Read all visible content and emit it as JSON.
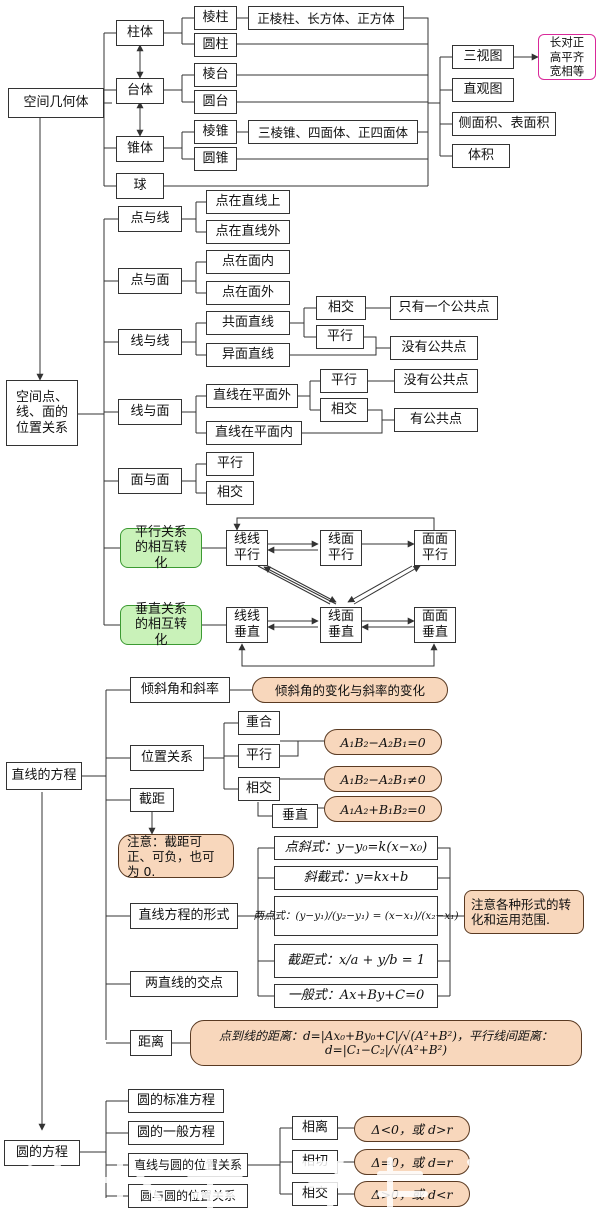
{
  "solid": {
    "title": "空间几何体",
    "zhuti": "柱体",
    "taiti": "台体",
    "zhuiti": "锥体",
    "qiu": "球",
    "lengzhu": "棱柱",
    "yuanzhu": "圆柱",
    "lengtai": "棱台",
    "yuantai": "圆台",
    "lengzhui": "棱锥",
    "yuanzhui": "圆锥",
    "lengzhu_types": "正棱柱、长方体、正方体",
    "lengzhui_types": "三棱锥、四面体、正四面体",
    "sanshitu": "三视图",
    "zhiguantu": "直观图",
    "area": "侧面积、表面积",
    "volume": "体积",
    "rule": "长对正高平齐宽相等"
  },
  "position": {
    "title": "空间点、线、面的位置关系",
    "point_line": "点与线",
    "on_line": "点在直线上",
    "off_line": "点在直线外",
    "point_plane": "点与面",
    "in_plane": "点在面内",
    "out_plane": "点在面外",
    "line_line": "线与线",
    "coplanar": "共面直线",
    "skew": "异面直线",
    "intersect": "相交",
    "parallel": "平行",
    "one_common": "只有一个公共点",
    "no_common": "没有公共点",
    "has_common": "有公共点",
    "line_plane": "线与面",
    "outside_plane": "直线在平面外",
    "inside_plane": "直线在平面内",
    "plane_plane": "面与面",
    "parallel_conv": "平行关系的相互转化",
    "perp_conv": "垂直关系的相互转化",
    "ll_par": "线线平行",
    "lp_par": "线面平行",
    "pp_par": "面面平行",
    "ll_perp": "线线垂直",
    "lp_perp": "线面垂直",
    "pp_perp": "面面垂直"
  },
  "line_eq": {
    "title": "直线的方程",
    "slope": "倾斜角和斜率",
    "slope_note": "倾斜角的变化与斜率的变化",
    "relation": "位置关系",
    "coincide": "重合",
    "parallel": "平行",
    "intersect": "相交",
    "perp": "垂直",
    "f_par": "A₁B₂−A₂B₁=0",
    "f_int": "A₁B₂−A₂B₁≠0",
    "f_perp": "A₁A₂+B₁B₂=0",
    "intercept": "截距",
    "intercept_note": "注意：截距可正、可负，也可为 0.",
    "forms": "直线方程的形式",
    "point_slope": "点斜式：y−y₀=k(x−x₀)",
    "slope_int": "斜截式：y=kx+b",
    "two_point": "两点式：(y−y₁)/(y₂−y₁) = (x−x₁)/(x₂−x₁)",
    "intercept_form": "截距式：x/a + y/b = 1",
    "general": "一般式：Ax+By+C=0",
    "forms_note": "注意各种形式的转化和运用范围.",
    "cross": "两直线的交点",
    "distance": "距离",
    "distance_formula": "点到线的距离：d=|Ax₀+By₀+C|/√(A²+B²)，平行线间距离：d=|C₁−C₂|/√(A²+B²)"
  },
  "circle": {
    "title": "圆的方程",
    "standard": "圆的标准方程",
    "general": "圆的一般方程",
    "line_circle": "直线与圆的位置关系",
    "circle_circle": "圆与圆的位置关系",
    "apart": "相离",
    "tangent": "相切",
    "intersect": "相交",
    "c1": "Δ<0，或 d>r",
    "c2": "Δ=0，或 d=r",
    "c3": "Δ>0，或 d<r"
  },
  "colors": {
    "green": "#c9f2b9",
    "orange": "#f8d7bc",
    "pink": "#d9299a"
  }
}
